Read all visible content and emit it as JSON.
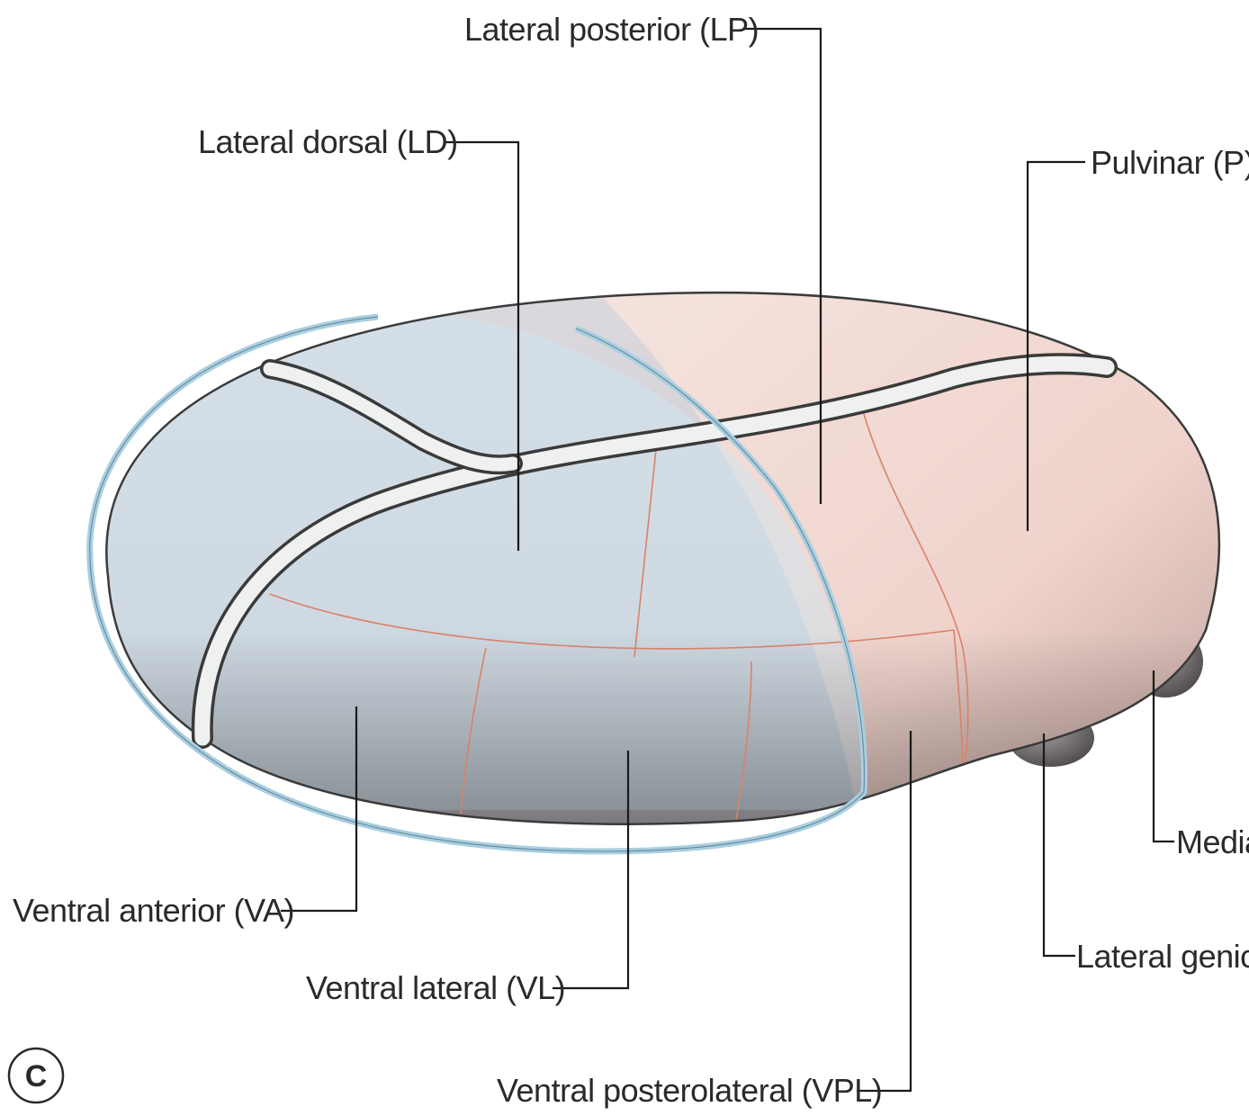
{
  "panel": {
    "letter": "C"
  },
  "labels": {
    "lateral_posterior": "Lateral posterior (LP)",
    "lateral_dorsal": "Lateral dorsal (LD)",
    "pulvinar": "Pulvinar (P)",
    "ventral_anterior": "Ventral anterior (VA)",
    "ventral_lateral": "Ventral lateral (VL)",
    "ventral_posterolateral": "Ventral posterolateral (VPL)",
    "medial_geniculate": "Media",
    "lateral_geniculate": "Lateral genicu"
  },
  "colors": {
    "anterior_grey": "#d8d6dc",
    "blue_overlay": "#cfe3ee",
    "blue_outline": "#a9cfe0",
    "pink_posterior": "#f2d9d3",
    "red_boundaries": "#d9826a",
    "lamina_white": "#eef1ef"
  }
}
